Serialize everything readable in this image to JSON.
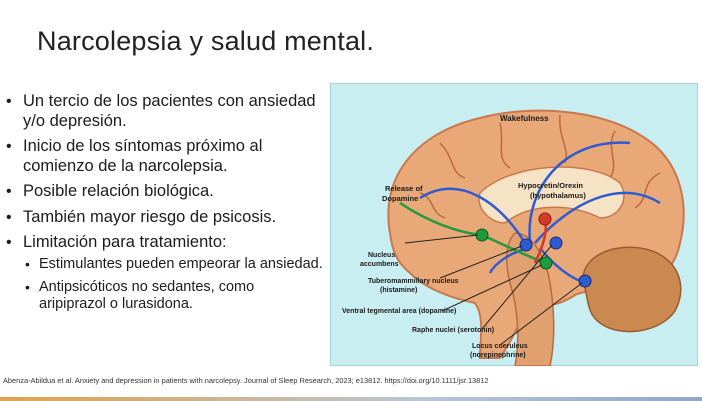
{
  "slide": {
    "title": "Narcolepsia y salud mental.",
    "bullets": [
      "Un tercio de los pacientes con ansiedad y/o depresión.",
      "Inicio de los síntomas próximo al comienzo de la narcolepsia.",
      "Posible relación biológica.",
      "También mayor riesgo de psicosis.",
      "Limitación para tratamiento:"
    ],
    "sub_bullets": [
      "Estimulantes pueden empeorar la ansiedad.",
      "Antipsicóticos no sedantes, como aripiprazol o lurasidona."
    ],
    "citation": "Abenza-Abildua et al. Anxiety and depression in patients with narcolepsy. Journal of Sleep Research, 2023; e13812. https://doi.org/10.1111/jsr.13812"
  },
  "figure": {
    "labels": {
      "wakefulness": "Wakefulness",
      "release_1": "Release of",
      "release_2": "Dopamine",
      "hypocretin_1": "Hypocretin/Orexin",
      "hypocretin_2": "(hypothalamus)",
      "accumbens_1": "Nucleus",
      "accumbens_2": "accumbens",
      "tubero_1": "Tuberomammillary nucleus",
      "tubero_2": "(histamine)",
      "vta": "Ventral tegmental area (dopamine)",
      "raphe": "Raphe nuclei (serotonin)",
      "locus_1": "Locus coeruleus",
      "locus_2": "(norepinephrine)"
    },
    "colors": {
      "background": "#c8eef2",
      "cortex": "#e9a878",
      "cortex_dark": "#c9784c",
      "inner": "#f6e2c4",
      "blue": "#2f5bd0",
      "green": "#1f9a3c",
      "red": "#d43a2a"
    }
  }
}
